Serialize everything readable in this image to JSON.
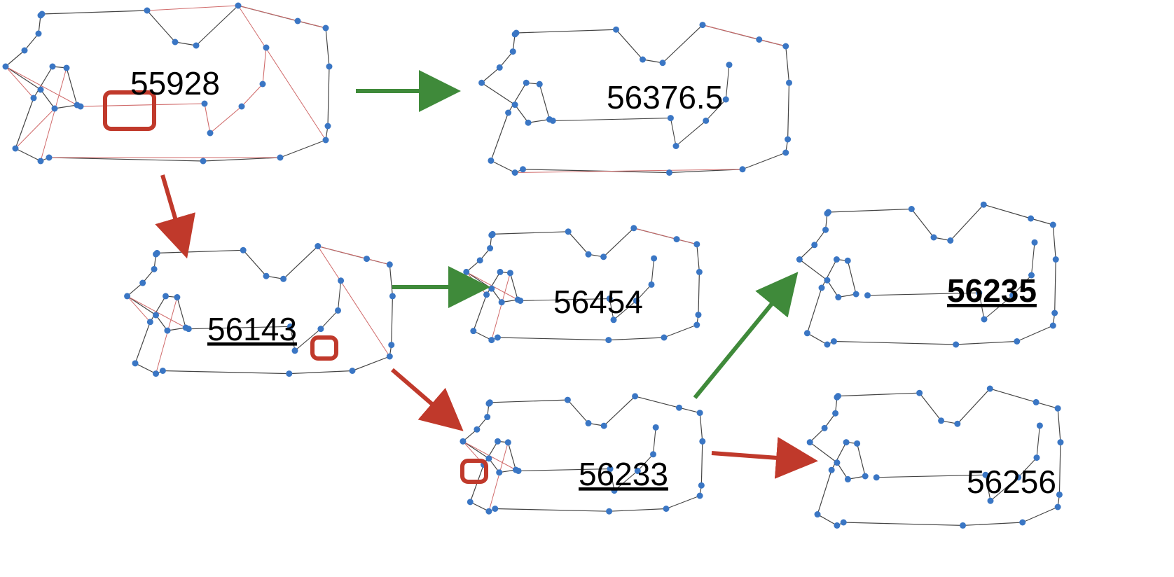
{
  "colors": {
    "node": "#3a76c4",
    "tour_edge": "#444444",
    "candidate_edge": "#d06a6a",
    "accept_arrow": "#3f8a3a",
    "reject_arrow": "#c0392b",
    "highlight_box": "#c0392b"
  },
  "tours": [
    {
      "id": "t1",
      "label": "55928",
      "style": "plain"
    },
    {
      "id": "t2",
      "label": "56376.5",
      "style": "plain"
    },
    {
      "id": "t3",
      "label": "56143",
      "style": "underline"
    },
    {
      "id": "t4",
      "label": "56454",
      "style": "plain"
    },
    {
      "id": "t5",
      "label": "56235",
      "style": "bold-underline"
    },
    {
      "id": "t6",
      "label": "56233",
      "style": "underline"
    },
    {
      "id": "t7",
      "label": "56256",
      "style": "plain"
    }
  ],
  "arrows": [
    {
      "from": "t1",
      "to": "t2",
      "kind": "accept"
    },
    {
      "from": "t1",
      "to": "t3",
      "kind": "reject"
    },
    {
      "from": "t3",
      "to": "t4",
      "kind": "accept"
    },
    {
      "from": "t3",
      "to": "t6",
      "kind": "reject"
    },
    {
      "from": "t6",
      "to": "t5",
      "kind": "accept"
    },
    {
      "from": "t6",
      "to": "t7",
      "kind": "reject"
    }
  ]
}
